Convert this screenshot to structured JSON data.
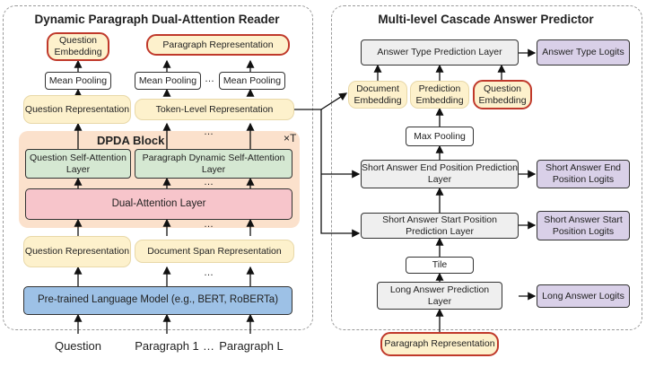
{
  "left_panel": {
    "title": "Dynamic Paragraph Dual-Attention Reader",
    "question_embedding": "Question Embedding",
    "paragraph_representation_top": "Paragraph Representation",
    "mean_pooling": "Mean Pooling",
    "question_representation": "Question Representation",
    "token_level_representation": "Token-Level Representation",
    "dpda_block": "DPDA Block",
    "repeat": "×T",
    "question_self_attention": "Question Self-Attention Layer",
    "paragraph_self_attention": "Paragraph  Dynamic  Self-Attention Layer",
    "dual_attention": "Dual-Attention Layer",
    "document_span_representation": "Document Span Representation",
    "plm": "Pre-trained Language Model (e.g., BERT, RoBERTa)",
    "inputs": [
      "Question",
      "Paragraph 1",
      "Paragraph L"
    ],
    "ellipsis": "…",
    "ellipsis_v": "⋯"
  },
  "right_panel": {
    "title": "Multi-level Cascade Answer Predictor",
    "answer_type_layer": "Answer Type Prediction Layer",
    "answer_type_logits": "Answer Type Logits",
    "document_embedding": "Document Embedding",
    "prediction_embedding": "Prediction Embedding",
    "question_embedding": "Question Embedding",
    "max_pooling": "Max Pooling",
    "end_layer": "Short Answer End Position Prediction Layer",
    "end_logits": "Short Answer End Position Logits",
    "start_layer": "Short Answer Start Position Prediction Layer",
    "start_logits": "Short Answer Start Position Logits",
    "tile": "Tile",
    "long_layer": "Long Answer Prediction Layer",
    "long_logits": "Long Answer Logits",
    "paragraph_representation": "Paragraph Representation"
  },
  "colors": {
    "cream": "#fdf1cc",
    "green": "#d5e8d2",
    "pink": "#f7c5cb",
    "blue": "#9dc1e6",
    "gray": "#efefef",
    "purple": "#d9d0e8",
    "red_border": "#c0392b",
    "dpda_bg": "#fbe1cc"
  }
}
